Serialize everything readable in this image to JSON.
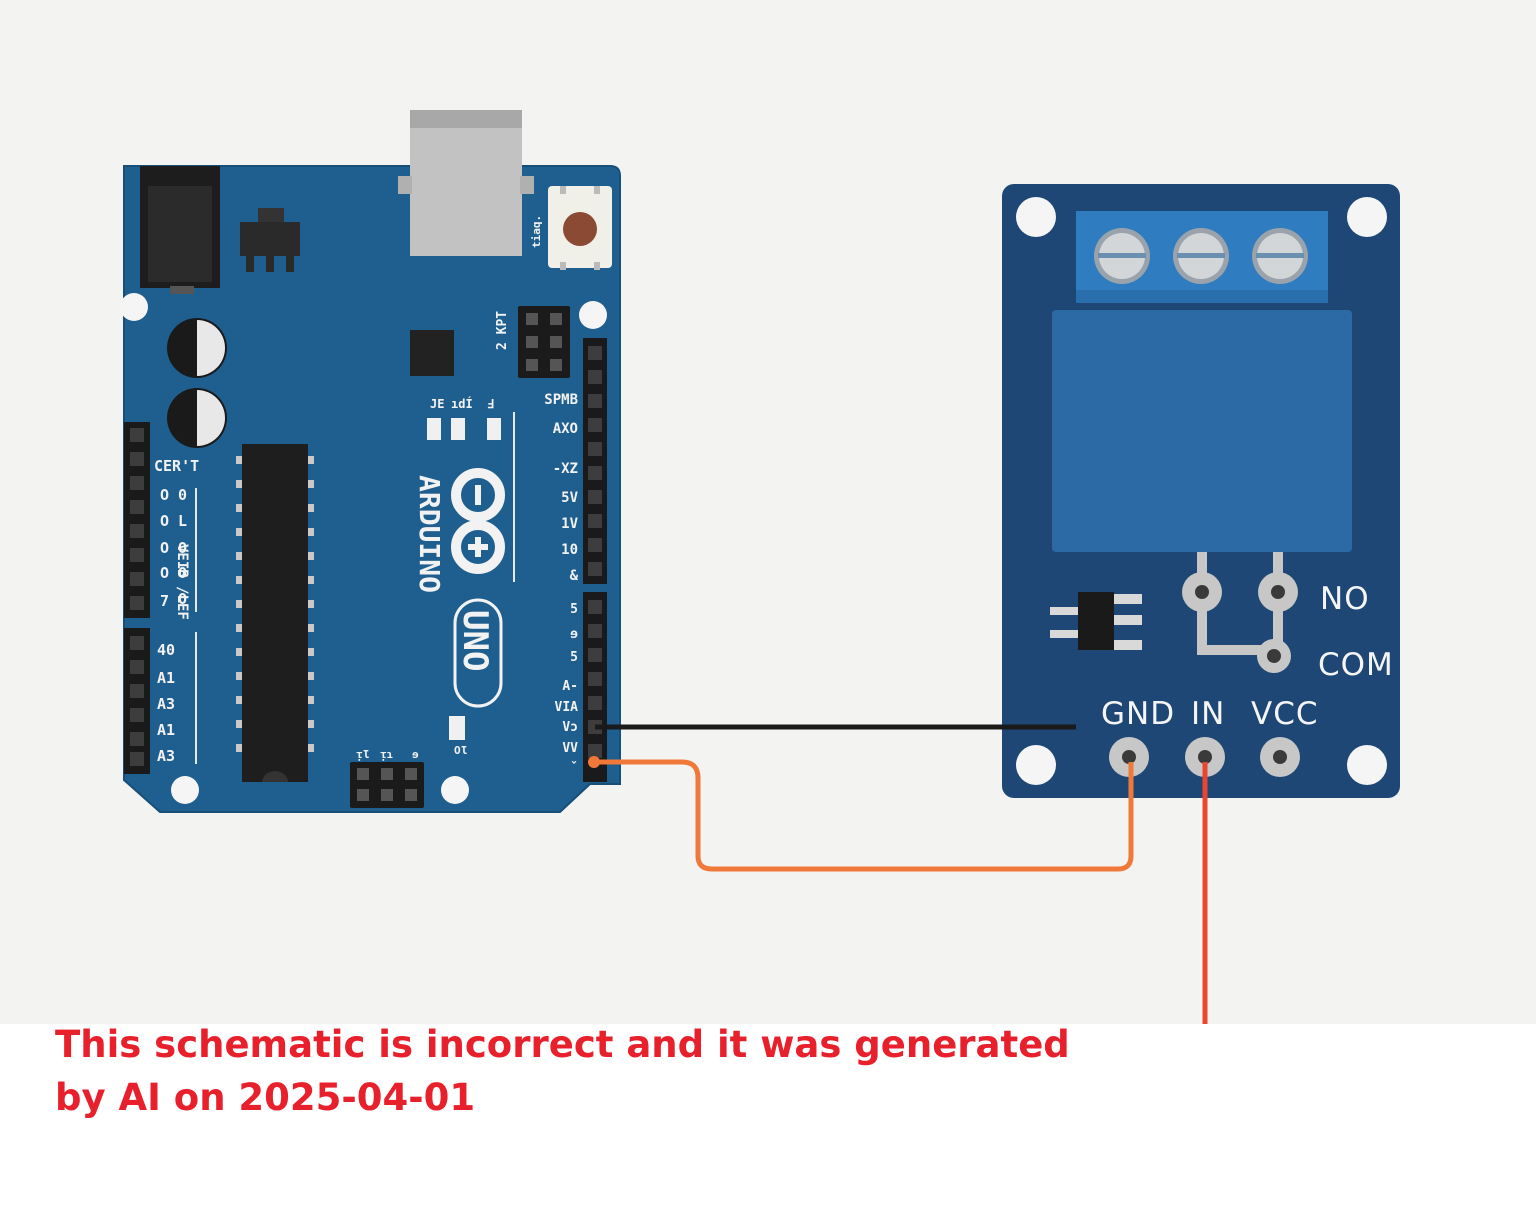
{
  "arduino": {
    "board_name": "UNO",
    "brand": "ARDUINO",
    "top_header_labels": [
      "SPMB",
      "ΑXO",
      "-XZ",
      "5V",
      "1V",
      "10",
      "&"
    ],
    "bottom_header_labels": [
      "5",
      "ɘ",
      "5",
      "A-",
      "VIA",
      "Vɔ",
      "VV",
      "ˇ"
    ],
    "icsp_label": "2 KPT",
    "left_labels": [
      "O",
      "O",
      "O",
      "O",
      "7"
    ],
    "left_col2_labels": [
      "0",
      "L",
      "O",
      "O",
      "O"
    ],
    "cert_label": "CER'T",
    "side_label": "VEIB /LEF",
    "analog_labels": [
      "40",
      "A1",
      "A3",
      "A1",
      "A3"
    ],
    "led_labels": [
      "JE",
      "ıdÍ",
      "Ⅎ"
    ],
    "reset_label": "tiaq.",
    "small_labels": [
      "ᴉƖ",
      "ᴉɿ",
      "ɘ",
      "OƖ"
    ]
  },
  "relay": {
    "pin_labels": [
      "GND",
      "IN",
      "VCC"
    ],
    "contact_labels": [
      "NO",
      "COM"
    ]
  },
  "caption": {
    "line1": "This schematic is incorrect and it was generated",
    "line2": "by AI on 2025-04-01"
  },
  "colors": {
    "background": "#f3f3f1",
    "arduino_board": "#1f5f8f",
    "relay_board": "#1e4775",
    "terminal_block": "#2f7cc0",
    "relay_body": "#2c6aa5",
    "wire_black": "#1a1a1a",
    "wire_orange": "#f0793a",
    "wire_red": "#e8462e",
    "caption": "#e8202c"
  }
}
